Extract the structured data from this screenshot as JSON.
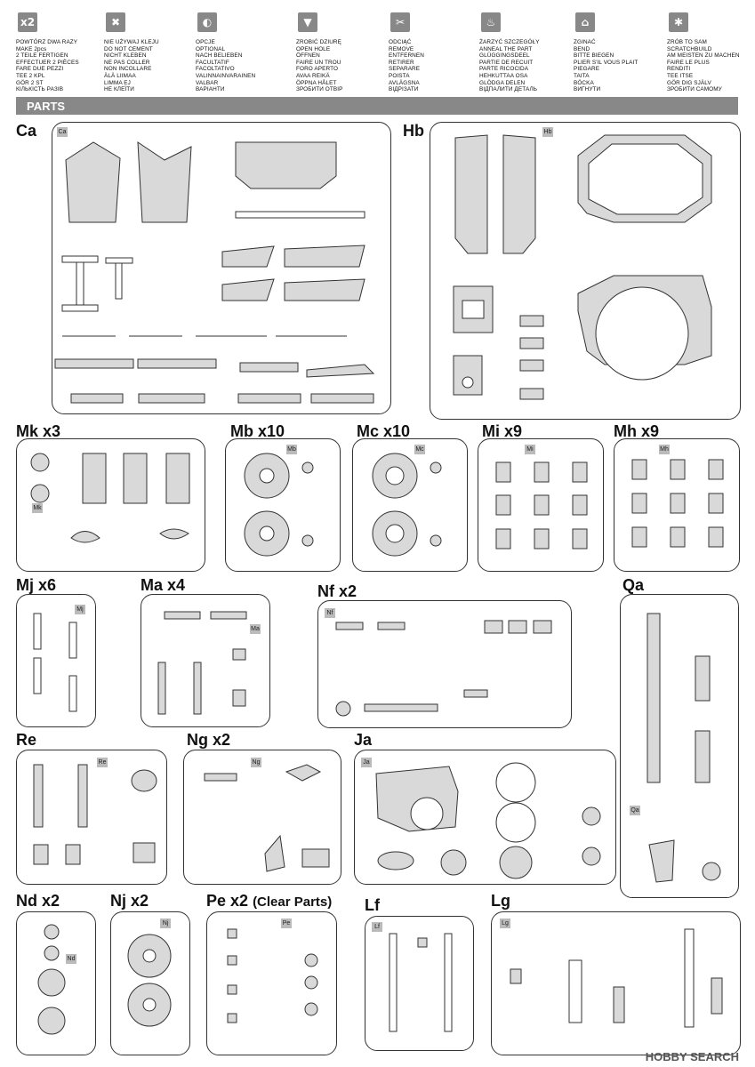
{
  "legend": [
    {
      "icon": "repeat-x2-icon",
      "glyph": "x2",
      "text": "POWTÓRZ DWA RAZY\nMAKE 2pcs\n2 TEILE FERTIGEN\nEFFECTUER 2 PIÈCES\nFARE DUE PEZZI\nTEE 2 KPL\nGÖR 2 ST\nКІЛЬКІСТЬ РАЗІВ"
    },
    {
      "icon": "no-glue-icon",
      "glyph": "✖",
      "text": "NIE UŻYWAJ KLEJU\nDO NOT CEMENT\nNICHT KLEBEN\nNE PAS COLLER\nNON INCOLLARE\nÄLÄ LIIMAA\nLIMMA EJ\nНЕ КЛЕЇТИ"
    },
    {
      "icon": "optional-icon",
      "glyph": "◐",
      "text": "OPCJE\nOPTIONAL\nNACH BELIEBEN\nFACULTATIF\nFACOLTATIVO\nVALINNAINVARAINEN\nVALBAR\nВАРІАНТИ"
    },
    {
      "icon": "drill-hole-icon",
      "glyph": "▼",
      "text": "ZROBIĆ DZIURĘ\nOPEN HOLE\nÖFFNEN\nFAIRE UN TROU\nFORO APERTO\nAVAA REIKÄ\nÖPPNA HÅLET\nЗРОБИТИ ОТВІР"
    },
    {
      "icon": "remove-icon",
      "glyph": "✂",
      "text": "ODCIĄĆ\nREMOVE\nENTFERNEN\nRETIRER\nSEPARARE\nPOISTA\nAVLÄGSNA\nВІДРІЗАТИ"
    },
    {
      "icon": "anneal-icon",
      "glyph": "♨",
      "text": "ŻARZYĆ SZCZEGÓŁY\nANNEAL THE PART\nGLÜGGINGSDEEL\nPARTIE DE RECUIT\nPARTE RICOCIDA\nHEHKUTTAA OSA\nGLÖDGA DELEN\nВІДПАЛИТИ ДЕТАЛЬ"
    },
    {
      "icon": "bend-icon",
      "glyph": "⌂",
      "text": "ZGINAĆ\nBEND\nBITTE BIEGEN\nPLIER S'IL VOUS PLAIT\nPIEGARE\nTAITA\nBÖCKA\nВИГНУТИ"
    },
    {
      "icon": "scratchbuild-icon",
      "glyph": "✱",
      "text": "ZRÓB TO SAM\nSCRATCHBUILD\nAM MEISTEN ZU MACHEN\nFAIRE LE PLUS\nRENDITI\nTEE ITSE\nGÖR DIG SJÄLV\nЗРОБИТИ САМОМУ"
    }
  ],
  "parts_header": "PARTS",
  "sprues": [
    {
      "id": "Ca",
      "label": "Ca",
      "tag": "Ca"
    },
    {
      "id": "Hb",
      "label": "Hb",
      "tag": "Hb"
    },
    {
      "id": "Mk",
      "label": "Mk x3",
      "tag": "Mk"
    },
    {
      "id": "Mb",
      "label": "Mb x10",
      "tag": "Mb"
    },
    {
      "id": "Mc",
      "label": "Mc x10",
      "tag": "Mc"
    },
    {
      "id": "Mi",
      "label": "Mi x9",
      "tag": "Mi"
    },
    {
      "id": "Mh",
      "label": "Mh x9",
      "tag": "Mh"
    },
    {
      "id": "Mj",
      "label": "Mj x6",
      "tag": "Mj"
    },
    {
      "id": "Ma",
      "label": "Ma x4",
      "tag": "Ma"
    },
    {
      "id": "Nf",
      "label": "Nf x2",
      "tag": "Nf"
    },
    {
      "id": "Qa",
      "label": "Qa",
      "tag": "Qa"
    },
    {
      "id": "Re",
      "label": "Re",
      "tag": "Re"
    },
    {
      "id": "Ng",
      "label": "Ng x2",
      "tag": "Ng"
    },
    {
      "id": "Ja",
      "label": "Ja",
      "tag": "Ja"
    },
    {
      "id": "Nd",
      "label": "Nd x2",
      "tag": "Nd"
    },
    {
      "id": "Nj",
      "label": "Nj x2",
      "tag": "Nj"
    },
    {
      "id": "Pe",
      "label": "Pe x2",
      "note": "(Clear Parts)",
      "tag": "Pe"
    },
    {
      "id": "Lf",
      "label": "Lf",
      "tag": "Lf"
    },
    {
      "id": "Lg",
      "label": "Lg",
      "tag": "Lg"
    }
  ],
  "watermark": "HOBBY SEARCH",
  "colors": {
    "icon_bg": "#888888",
    "bar_bg": "#888888",
    "part_fill": "#d9d9d9",
    "outline": "#333333"
  }
}
